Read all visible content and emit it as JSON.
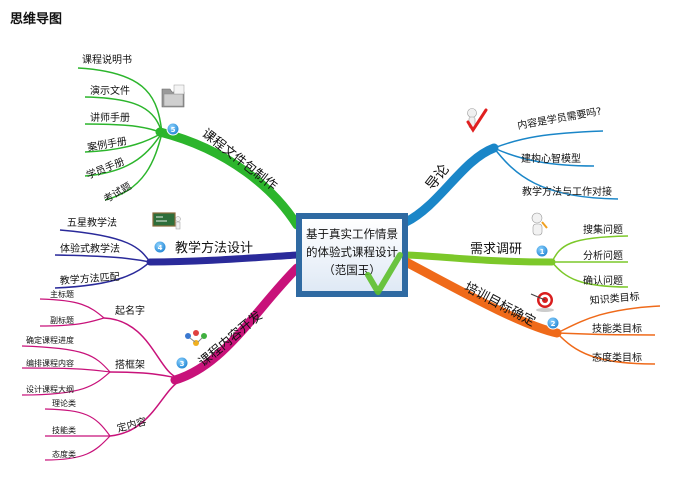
{
  "page_title": "思维导图",
  "center": {
    "line1": "基于真实工作情景",
    "line2": "的体验式课程设计",
    "line3": "（范国玉）"
  },
  "branches": {
    "daolun": {
      "label": "导论",
      "color": "#1a86c8",
      "children": [
        "内容是学员需要吗?",
        "建构心智模型",
        "教学方法与工作对接"
      ]
    },
    "xuqiu": {
      "label": "需求调研",
      "number": "1",
      "color": "#7cc82a",
      "children": [
        "搜集问题",
        "分析问题",
        "确认问题"
      ]
    },
    "peixun": {
      "label": "培训目标确定",
      "number": "2",
      "color": "#ef6a1a",
      "children": [
        "知识类目标",
        "技能类目标",
        "态度类目标"
      ]
    },
    "neirong": {
      "label": "课程内容开发",
      "number": "3",
      "color": "#c8127a",
      "subs": [
        {
          "label": "起名字",
          "children": [
            "主标题",
            "副标题"
          ]
        },
        {
          "label": "搭框架",
          "children": [
            "确定课程进度",
            "编排课程内容",
            "设计课程大纲"
          ]
        },
        {
          "label": "定内容",
          "children": [
            "理论类",
            "技能类",
            "态度类"
          ]
        }
      ]
    },
    "jiaoxue": {
      "label": "教学方法设计",
      "number": "4",
      "color": "#2a2a9a",
      "children": [
        "五星教学法",
        "体验式教学法",
        "教学方法匹配"
      ]
    },
    "wenjian": {
      "label": "课程文件包制作",
      "number": "5",
      "color": "#2cb52c",
      "children": [
        "课程说明书",
        "演示文件",
        "讲师手册",
        "案例手册",
        "学员手册",
        "考试题"
      ]
    }
  }
}
